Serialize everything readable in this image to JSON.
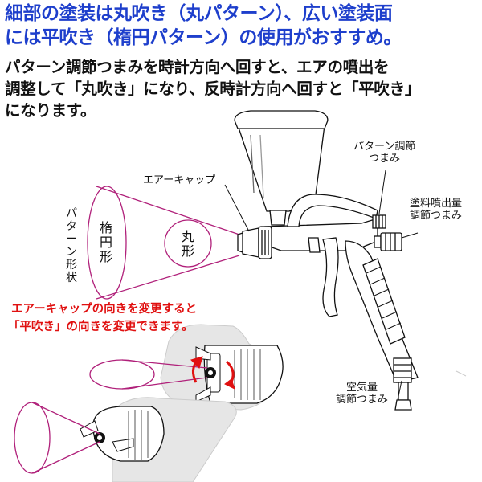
{
  "heading": {
    "line1": "細部の塗装は丸吹き（丸パターン）、広い塗装面",
    "line2": "には平吹き（楕円パターン）の使用がおすすめ。"
  },
  "description": {
    "line1": "パターン調節つまみを時計方向へ回すと、エアの噴出を",
    "line2": "調整して「丸吹き」になり、反時計方向へ回すと「平吹き」",
    "line3": "になります。"
  },
  "labels": {
    "air_cap": "エアーキャップ",
    "pattern_knob_1": "パターン調節",
    "pattern_knob_2": "つまみ",
    "paint_knob_1": "塗料噴出量",
    "paint_knob_2": "調節つまみ",
    "air_knob_1": "空気量",
    "air_knob_2": "調節つまみ",
    "pattern_shape": "パターン形状",
    "ellipse_pattern": "楕円形",
    "round_pattern": "丸形"
  },
  "note": {
    "line1": "エアーキャップの向きを変更すると",
    "line2": "「平吹き」の向きを変更できます。"
  },
  "colors": {
    "heading": "#1e3fcc",
    "note": "#e01010",
    "pattern_outline": "#b0207a",
    "arrow": "#e01010"
  }
}
